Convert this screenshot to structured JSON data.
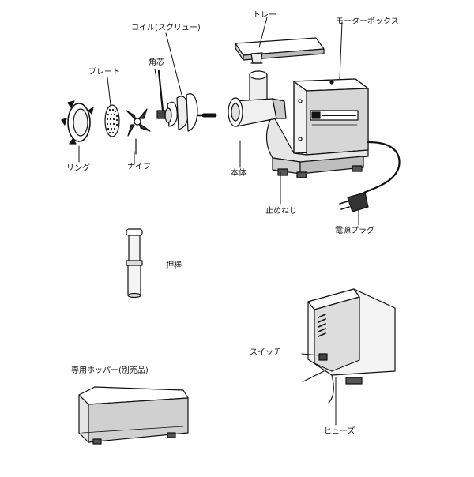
{
  "labels": {
    "tray": "トレー",
    "motor_box": "モーターボックス",
    "coil_screw": "コイル(スクリュー)",
    "shaft_core": "角芯",
    "plate": "プレート",
    "ring": "リング",
    "knife": "ナイフ",
    "main_body": "本体",
    "stop_screw": "止めねじ",
    "power_plug": "電源プラグ",
    "pusher": "押棒",
    "switch": "スイッチ",
    "fuse": "ヒューズ",
    "dedicated_hopper": "専用ホッパー(別売品)"
  },
  "icons": [
    "tray-icon",
    "motor-box-icon",
    "screw-icon",
    "shaft-icon",
    "plate-icon",
    "ring-icon",
    "knife-icon",
    "grinder-body-icon",
    "plug-icon",
    "pusher-icon",
    "switch-panel-icon",
    "hopper-icon"
  ]
}
